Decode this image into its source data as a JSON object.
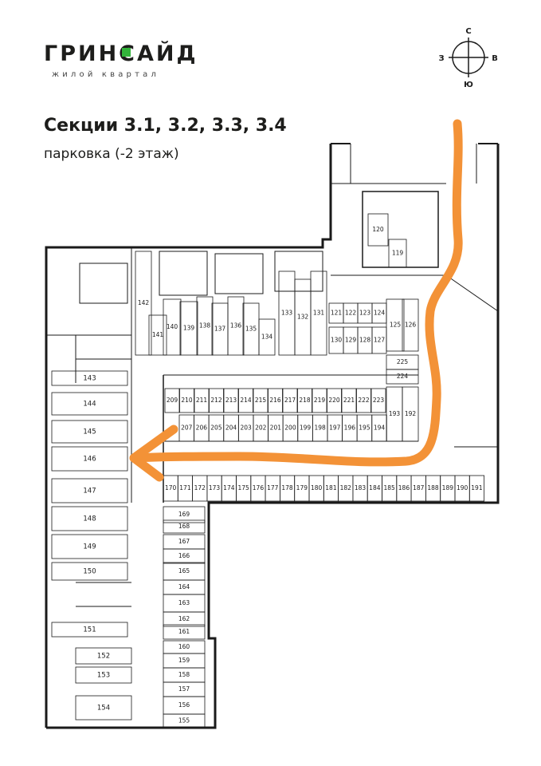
{
  "logo": {
    "name": "ГРИНСАЙД",
    "tagline": "жилой квартал"
  },
  "title": "Секции 3.1, 3.2, 3.3, 3.4",
  "subtitle": "парковка (-2 этаж)",
  "compass": {
    "north": "С",
    "south": "Ю",
    "west": "З",
    "east": "В"
  },
  "colors": {
    "route": "#f39237",
    "walls": "#1a1a1a",
    "logo_accent": "#33b33a"
  },
  "icons": [
    "compass-icon",
    "route-arrow-icon"
  ],
  "spots": {
    "top_row_a": [
      "141",
      "140",
      "139",
      "138",
      "137",
      "136",
      "135",
      "134",
      "133",
      "132",
      "131"
    ],
    "block_right_top": [
      "121",
      "122",
      "123",
      "124",
      "125",
      "126"
    ],
    "block_right_bottom": [
      "130",
      "129",
      "128",
      "127"
    ],
    "top_tall": [
      "142"
    ],
    "core": [
      "120",
      "119"
    ],
    "side_right": [
      "225",
      "224",
      "193",
      "192"
    ],
    "mid_upper": [
      "209",
      "210",
      "211",
      "212",
      "213",
      "214",
      "215",
      "216",
      "217",
      "218",
      "219",
      "220",
      "221",
      "222",
      "223"
    ],
    "mid_lower": [
      "207",
      "206",
      "205",
      "204",
      "203",
      "202",
      "201",
      "200",
      "199",
      "198",
      "197",
      "196",
      "195",
      "194"
    ],
    "bottom_row": [
      "170",
      "171",
      "172",
      "173",
      "174",
      "175",
      "176",
      "177",
      "178",
      "179",
      "180",
      "181",
      "182",
      "183",
      "184",
      "185",
      "186",
      "187",
      "188",
      "189",
      "190",
      "191"
    ],
    "column_mid": [
      "169",
      "168",
      "167",
      "166",
      "165",
      "164",
      "163",
      "162",
      "161",
      "160",
      "159",
      "158",
      "157",
      "156",
      "155"
    ],
    "column_left": [
      "143",
      "144",
      "145",
      "146",
      "147",
      "148",
      "149",
      "150",
      "151",
      "152",
      "153",
      "154"
    ]
  }
}
